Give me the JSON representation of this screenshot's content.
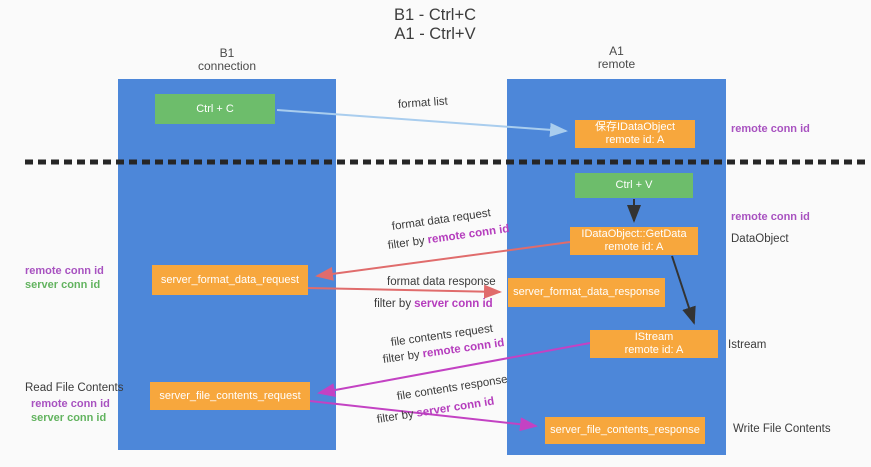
{
  "title": {
    "line1": "B1 - Ctrl+C",
    "line2": "A1 - Ctrl+V"
  },
  "lanes": {
    "left": {
      "name": "B1",
      "role": "connection"
    },
    "right": {
      "name": "A1",
      "role": "remote"
    }
  },
  "nodes": {
    "ctrl_c": {
      "label": "Ctrl + C"
    },
    "save_idataobject": {
      "line1": "保存IDataObject",
      "line2": "remote id: A"
    },
    "ctrl_v": {
      "label": "Ctrl + V"
    },
    "getdata": {
      "line1": "IDataObject::GetData",
      "line2": "remote id: A"
    },
    "format_request": {
      "label": "server_format_data_request"
    },
    "format_response": {
      "label": "server_format_data_response"
    },
    "istream": {
      "line1": "IStream",
      "line2": "remote id: A"
    },
    "file_request": {
      "label": "server_file_contents_request"
    },
    "file_response": {
      "label": "server_file_contents_response"
    }
  },
  "arrow_labels": {
    "format_list": "format list",
    "format_data_request": "format data request",
    "format_data_response": "format data response",
    "file_contents_request": "file contents request",
    "file_contents_response": "file contents response",
    "filter_by": "filter by",
    "remote_conn_id": "remote conn id",
    "server_conn_id": "server conn id"
  },
  "side_labels": {
    "remote_conn_id": "remote conn id",
    "server_conn_id": "server conn id",
    "dataobject": "DataObject",
    "istream": "Istream",
    "read_file_contents": "Read File Contents",
    "write_file_contents": "Write File Contents"
  },
  "colors": {
    "lane_blue": "#4d87d9",
    "box_green": "#6dbd6b",
    "box_orange": "#f7a73d",
    "arrow_red": "#e06c6c",
    "arrow_magenta": "#c342c3",
    "arrow_lightblue": "#a9cdee",
    "arrow_black": "#333333",
    "text_purple": "#a852c0",
    "inline_purple": "#b53dbd",
    "text_green": "#62b35f",
    "divider_black": "#262626"
  }
}
